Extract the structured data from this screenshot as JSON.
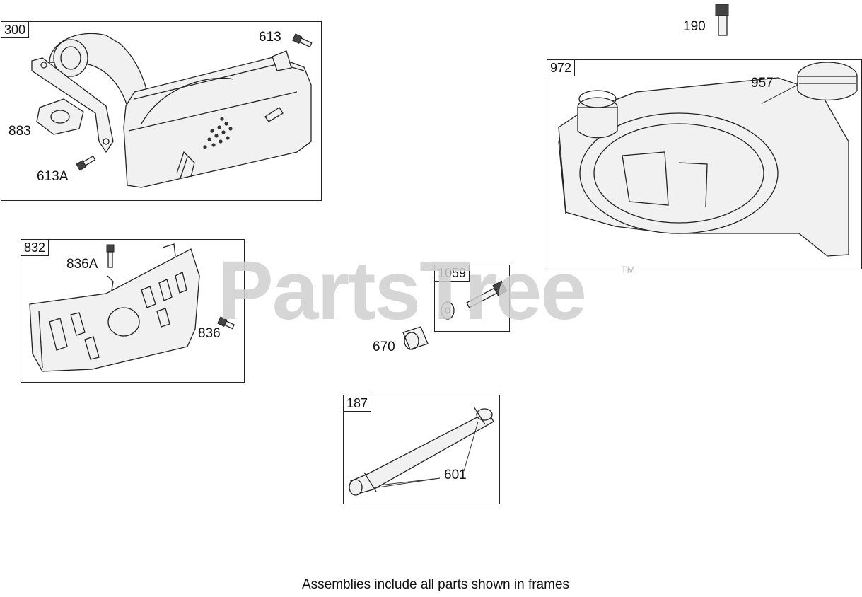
{
  "watermark": {
    "brand": "PartsTree",
    "trademark": "TM"
  },
  "footer": {
    "note": "Assemblies include all parts shown in frames"
  },
  "frames": {
    "muffler": "300",
    "guard": "832",
    "bolt_kit": "1059",
    "tube": "187",
    "tank": "972"
  },
  "callouts": {
    "screw_613": "613",
    "gasket_883": "883",
    "screw_613a": "613A",
    "screw_836a": "836A",
    "screw_836": "836",
    "spacer_670": "670",
    "clamp_601": "601",
    "fitting_190": "190",
    "cap_957": "957"
  }
}
